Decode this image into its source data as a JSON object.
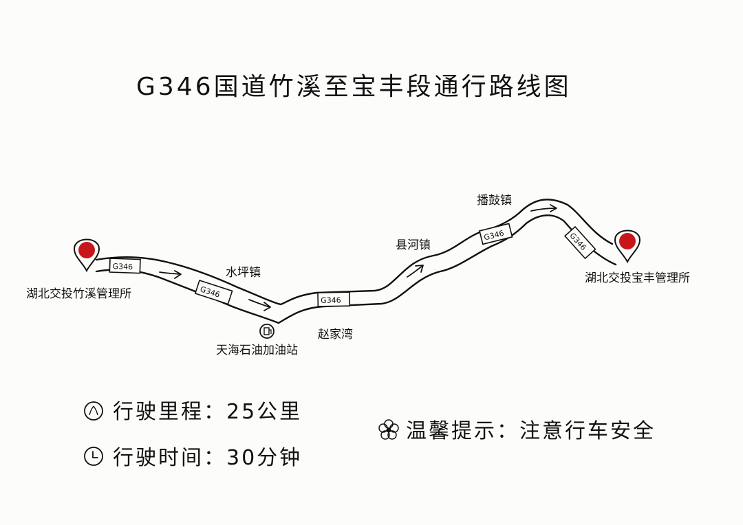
{
  "title": "G346国道竹溪至宝丰段通行路线图",
  "route_shield": "G346",
  "places": {
    "start": "湖北交投竹溪管理所",
    "end": "湖北交投宝丰管理所",
    "shuiping": "水坪镇",
    "gas_station": "天海石油加油站",
    "zhaojiawan": "赵家湾",
    "xianhe": "县河镇",
    "bogu": "播鼓镇"
  },
  "info": {
    "distance": "行驶里程：25公里",
    "time": "行驶时间：30分钟",
    "tip": "温馨提示：注意行车安全"
  },
  "colors": {
    "marker": "#c8151b",
    "ink": "#111111",
    "paper": "#fcfcfa"
  },
  "icons": {
    "start_marker": "map-pin-icon",
    "end_marker": "map-pin-icon",
    "gas": "gas-station-icon",
    "distance": "road-icon",
    "time": "clock-icon",
    "tip": "flower-icon"
  }
}
